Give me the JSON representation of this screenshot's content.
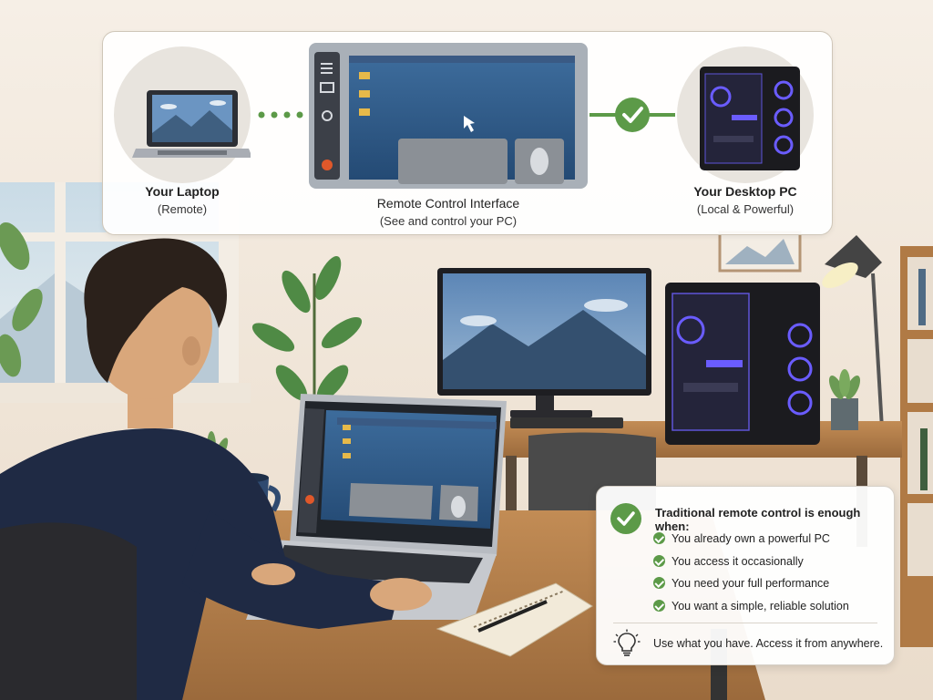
{
  "diagram": {
    "laptop_label": "Your Laptop",
    "laptop_sub": "(Remote)",
    "interface_label": "Remote Control Interface",
    "interface_sub": "(See and control your PC)",
    "desktop_label": "Your Desktop PC",
    "desktop_sub": "(Local & Powerful)"
  },
  "info_card": {
    "title": "Traditional remote control is enough when:",
    "items": [
      "You already own a powerful PC",
      "You access it occasionally",
      "You need your full performance",
      "You want a simple, reliable solution"
    ],
    "tip": "Use what you have. Access it from anywhere."
  },
  "colors": {
    "accent_green": "#5c9a48",
    "screen_blue": "#2e5a8a",
    "pc_glow": "#6a5cff",
    "wood": "#b07a45"
  }
}
